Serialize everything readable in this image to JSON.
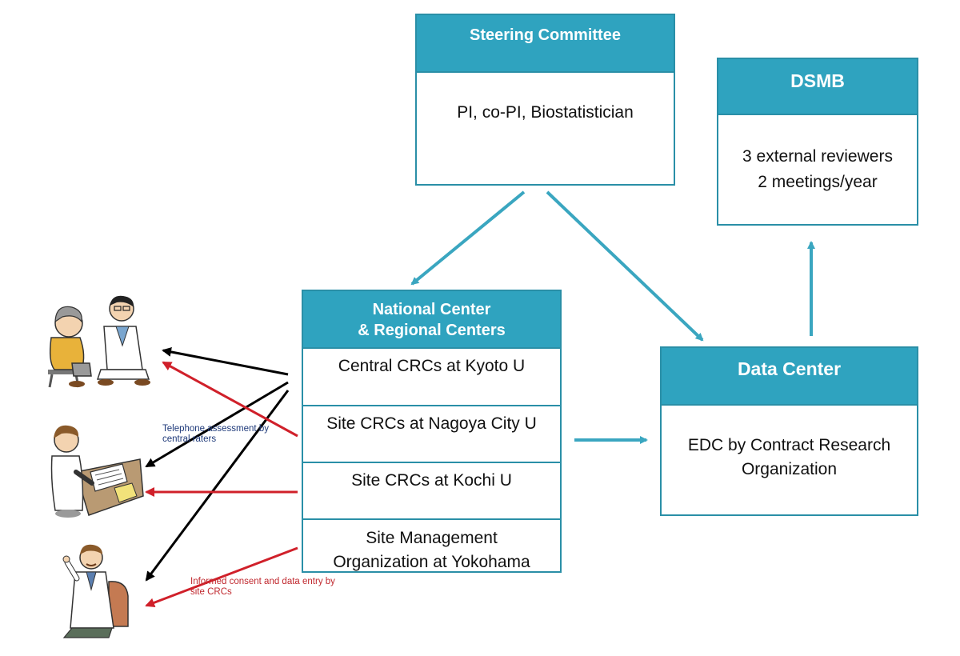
{
  "steering": {
    "title": "Steering Committee",
    "body": "PI, co-PI, Biostatistician"
  },
  "dsmb": {
    "title": "DSMB",
    "line1": "3 external reviewers",
    "line2": "2 meetings/year"
  },
  "national": {
    "title_line1": "National Center",
    "title_line2": "& Regional Centers",
    "rows": [
      {
        "line1": "Central CRCs at Kyoto U",
        "line2": ""
      },
      {
        "line1": "Site CRCs at Nagoya City U",
        "line2": ""
      },
      {
        "line1": "Site CRCs at Kochi U",
        "line2": ""
      },
      {
        "line1": "Site Management",
        "line2": "Organization at Yokohama"
      }
    ]
  },
  "datacenter": {
    "title": "Data Center",
    "line1": "EDC by Contract Research",
    "line2": "Organization"
  },
  "annotations": {
    "telephone_line1": "Telephone assessment by",
    "telephone_line2": "central raters",
    "consent_line1": "Informed consent and data entry by",
    "consent_line2": "site CRCs"
  },
  "colors": {
    "header_fill": "#2fa3bf",
    "box_border": "#2a8fa7",
    "blue_arrow": "#3aa6c0",
    "black_arrow": "#000000",
    "red_arrow": "#d0202a",
    "telephone_text": "#1f3a7a",
    "consent_text": "#c0282e"
  },
  "icons": [
    "patient-consultation-icon",
    "rater-with-document-icon",
    "doctor-presenting-icon"
  ]
}
